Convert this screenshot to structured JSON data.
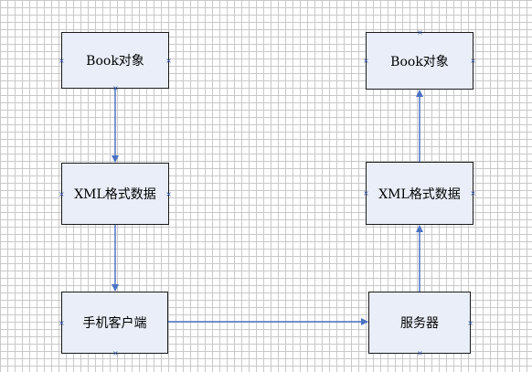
{
  "diagram": {
    "nodes": {
      "book_left": "Book对象",
      "xml_left": "XML格式数据",
      "client": "手机客户端",
      "book_right": "Book对象",
      "xml_right": "XML格式数据",
      "server": "服务器"
    },
    "edges": [
      {
        "from": "book_left",
        "to": "xml_left"
      },
      {
        "from": "xml_left",
        "to": "client"
      },
      {
        "from": "client",
        "to": "server"
      },
      {
        "from": "server",
        "to": "xml_right"
      },
      {
        "from": "xml_right",
        "to": "book_right"
      }
    ],
    "colors": {
      "node_fill": "#e9eef8",
      "node_border": "#1a1a1a",
      "connector": "#4a72c4",
      "grid": "#c9c9c9"
    }
  }
}
